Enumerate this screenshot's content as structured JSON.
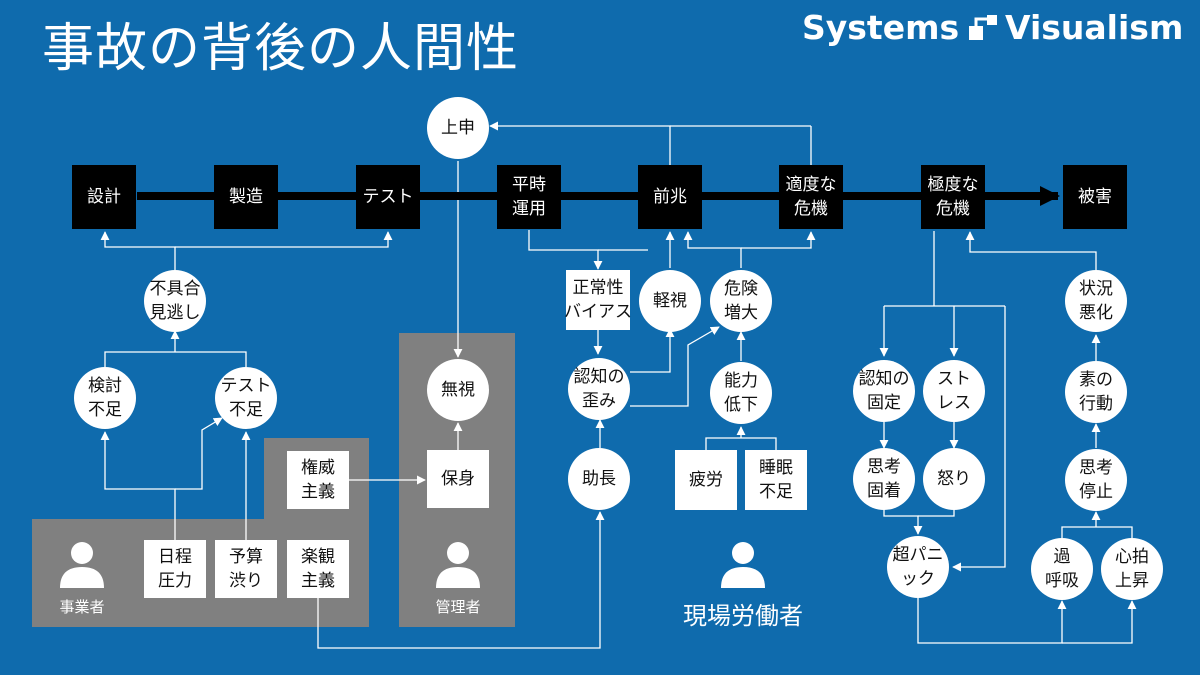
{
  "title": "事故の背後の人間性",
  "brand": {
    "left": "Systems",
    "right": "Visualism"
  },
  "timeline": [
    "設計",
    "製造",
    "テスト",
    "平時\n運用",
    "前兆",
    "適度な\n危機",
    "極度な\n危機",
    "被害"
  ],
  "nodes": {
    "report": "上申",
    "oversight": "不具合\n見逃し",
    "lack_review": "検討\n不足",
    "lack_test": "テスト\n不足",
    "schedule": "日程\n圧力",
    "budget": "予算\n渋り",
    "optimism": "楽観\n主義",
    "authority": "権威\n主義",
    "ignore": "無視",
    "self_protect": "保身",
    "normalcy": "正常性\nバイアス",
    "disregard": "軽視",
    "danger_up": "危険\n増大",
    "distortion": "認知の\n歪み",
    "ability_down": "能力\n低下",
    "encourage": "助長",
    "fatigue": "疲労",
    "sleep": "睡眠\n不足",
    "fixation": "認知の\n固定",
    "stress": "スト\nレス",
    "thinking_fixed": "思考\n固着",
    "anger": "怒り",
    "panic": "超パニ\nック",
    "situation_worse": "状況\n悪化",
    "raw_action": "素の\n行動",
    "thinking_stop": "思考\n停止",
    "hyperventilation": "過\n呼吸",
    "heart_rate": "心拍\n上昇"
  },
  "actors": {
    "business": "事業者",
    "manager": "管理者",
    "worker": "現場労働者"
  },
  "colors": {
    "background": "#0f6bad",
    "panel": "#808080",
    "box": "#000000",
    "node": "#ffffff"
  }
}
